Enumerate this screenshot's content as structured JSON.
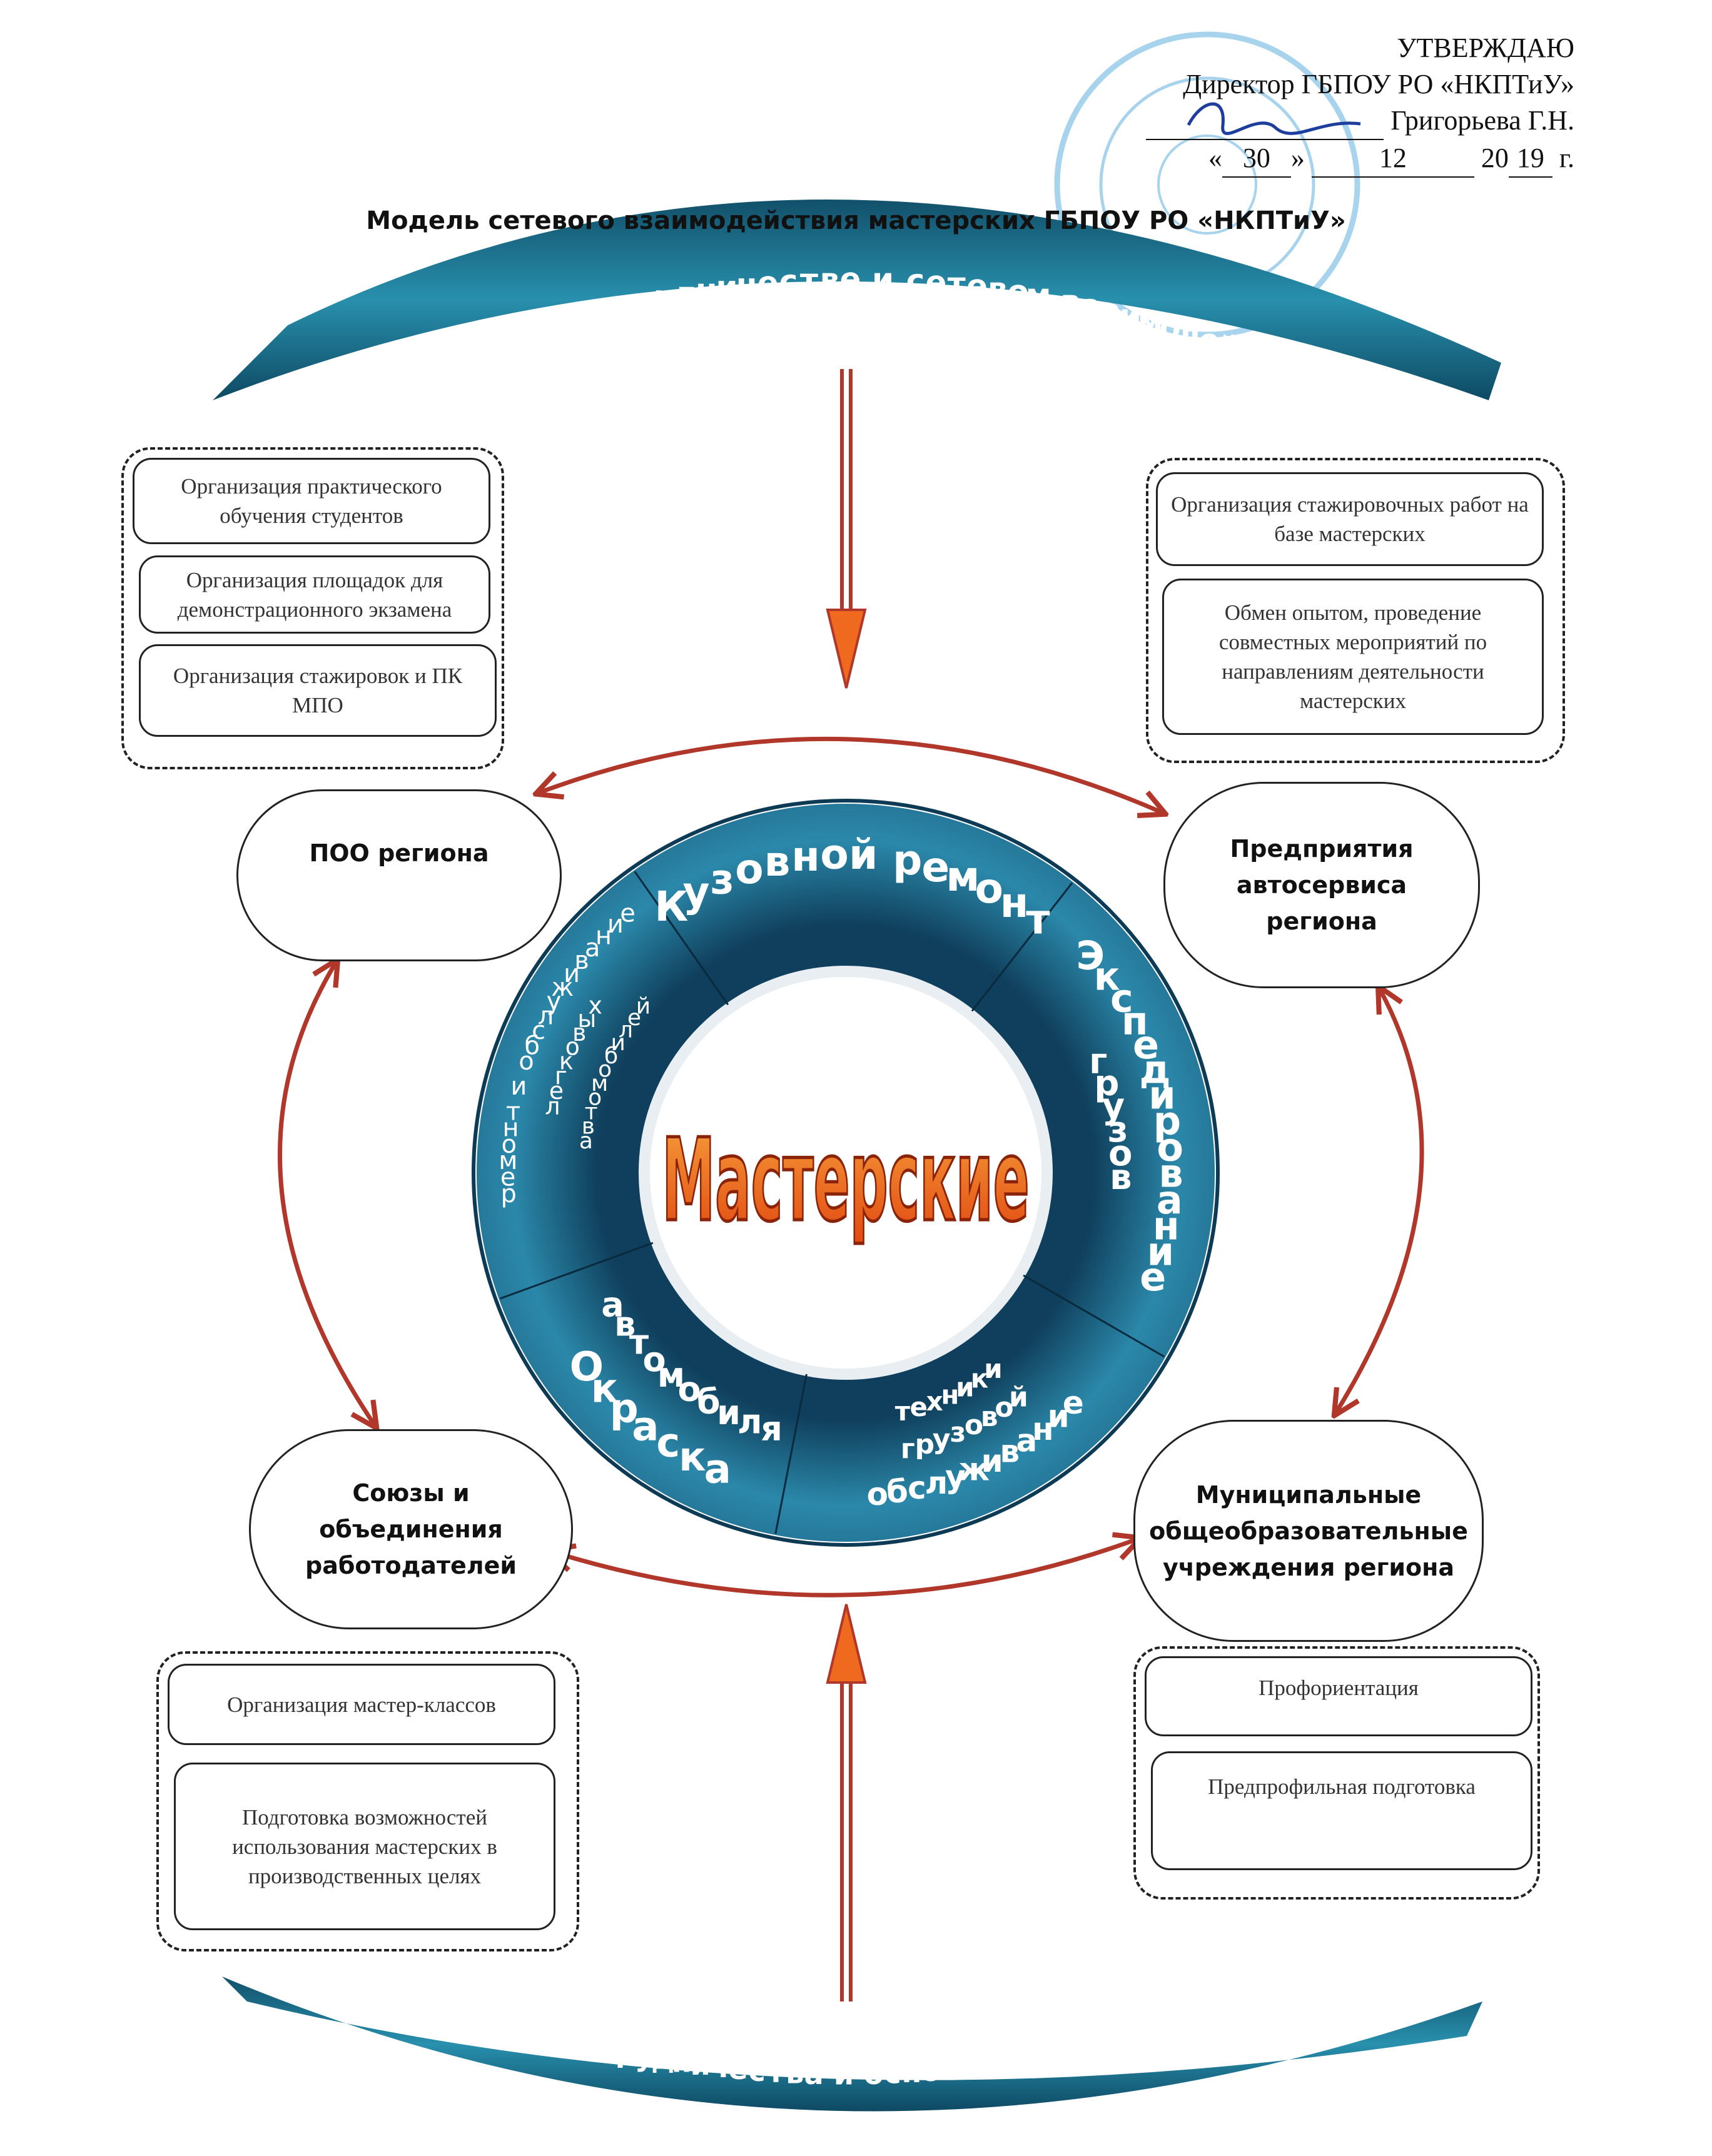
{
  "approval": {
    "heading": "УТВЕРЖДАЮ",
    "position": "Директор ГБПОУ РО «НКПТиУ»",
    "signatory": "Григорьева Г.Н.",
    "day": "30",
    "month": "12",
    "year_prefix": "20",
    "year_suffix": "19",
    "year_unit": "г."
  },
  "title": "Модель сетевого взаимодействия мастерских ГБПОУ РО «НКПТиУ»",
  "top_banner": "договоры о сотрудничестве и сетевом взаимодействии",
  "bottom_banner": "Формы сотрудничества и основные направления",
  "center_label": "Мастерские",
  "ring_segments": {
    "body_repair": "Кузовной ремонт",
    "freight_forwarding_1": "Экспедирование",
    "freight_forwarding_2": "грузов",
    "truck_service_1": "обслуживание",
    "truck_service_2": "грузовой",
    "truck_service_3": "техники",
    "car_painting_1": "Окраска",
    "car_painting_2": "автомобиля",
    "car_service_1": "ремонт и обслуживание",
    "car_service_2": "легковых",
    "car_service_3": "автомобилей"
  },
  "partners": {
    "colleges": "ПОО региона",
    "auto_service": "Предприятия автосервиса региона",
    "employer_unions": "Союзы и объединения работодателей",
    "municipal_schools": "Муниципальные общеобразовательные учреждения региона"
  },
  "activities": {
    "colleges": [
      "Организация практического обучения студентов",
      "Организация площадок для демонстрационного экзамена",
      "Организация стажировок и ПК МПО"
    ],
    "auto_service": [
      "Организация стажировочных работ на базе мастерских",
      "Обмен опытом, проведение совместных мероприятий по направлениям деятельности мастерских"
    ],
    "employer_unions": [
      "Организация мастер-классов",
      "Подготовка возможностей использования мастерских в производственных целях"
    ],
    "municipal_schools": [
      "Профориентация",
      "Предпрофильная подготовка"
    ]
  },
  "colors": {
    "banner_teal": "#176f88",
    "ring_blue": "#1e6e93",
    "connector_red": "#b0372a",
    "center_orange": "#ef6a1e"
  }
}
